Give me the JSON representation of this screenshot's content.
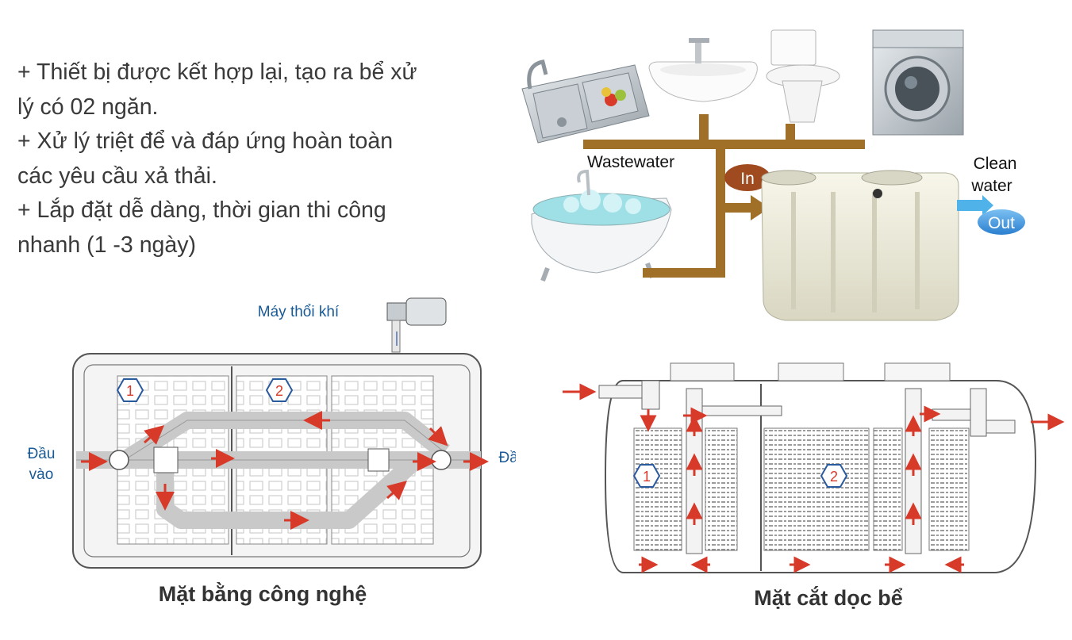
{
  "intro_lines": [
    "+ Thiết bị được kết hợp lại, tạo ra bể xử",
    "lý có 02 ngăn.",
    "+ Xử lý triệt để và đáp ứng hoàn toàn",
    "các yêu cầu xả thải.",
    "+ Lắp đặt dễ dàng, thời gian thi công",
    "nhanh (1 -3 ngày)"
  ],
  "flow": {
    "wastewater": "Wastewater",
    "in_label": "In",
    "out_label": "Out",
    "clean_water_line1": "Clean",
    "clean_water_line2": "water"
  },
  "plan": {
    "blower_label": "Máy thổi khí",
    "inlet_line1": "Đầu",
    "inlet_line2": "vào",
    "outlet_label": "Đầu ra",
    "chamber1": "1",
    "chamber2": "2",
    "caption": "Mặt bằng công nghệ"
  },
  "section": {
    "chamber1": "1",
    "chamber2": "2",
    "caption": "Mặt cắt dọc bể"
  },
  "colors": {
    "pipe": "#a07028",
    "arrow_red": "#d83a2a",
    "label_blue": "#1a5a96",
    "in_badge": "#a04a20",
    "out_badge": "#3a8fd8",
    "tank": "#efeedd"
  }
}
